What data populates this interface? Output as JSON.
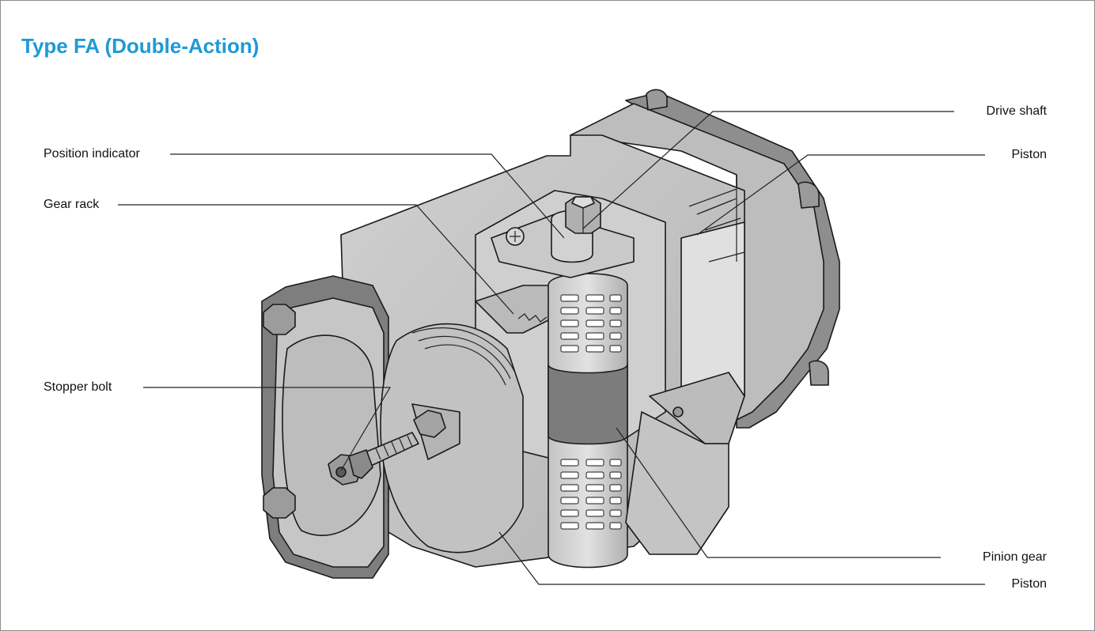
{
  "title": "Type FA (Double-Action)",
  "labels": {
    "position_indicator": "Position indicator",
    "gear_rack": "Gear rack",
    "stopper_bolt": "Stopper bolt",
    "drive_shaft": "Drive shaft",
    "piston_upper": "Piston",
    "pinion_gear": "Pinion gear",
    "piston_lower": "Piston"
  },
  "colors": {
    "title": "#1e9ad6",
    "body_light": "#c8c8c8",
    "body_mid": "#a8a8a8",
    "body_dark": "#7a7a7a",
    "outline": "#1a1a1a"
  }
}
